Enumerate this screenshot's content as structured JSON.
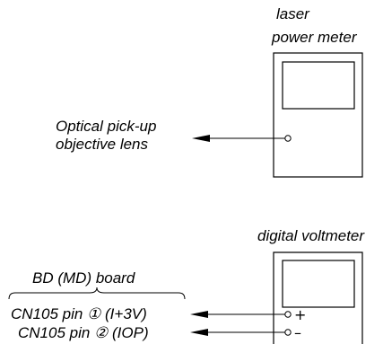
{
  "laser_meter": {
    "label_line1": "laser",
    "label_line2": "power meter"
  },
  "optical_pickup": {
    "label_line1": "Optical pick-up",
    "label_line2": "objective lens"
  },
  "voltmeter": {
    "label": "digital voltmeter",
    "plus": "+",
    "minus": "–"
  },
  "board": {
    "label": "BD (MD) board",
    "pin1": "CN105 pin ① (I+3V)",
    "pin2": "CN105 pin ② (IOP)"
  }
}
